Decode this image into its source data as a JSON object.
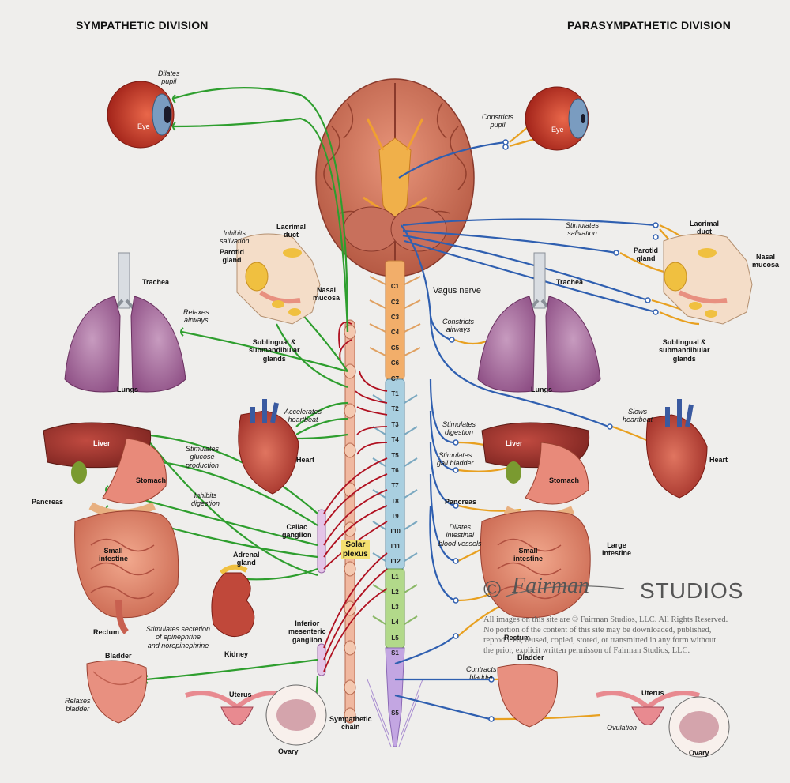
{
  "titles": {
    "sympathetic": "SYMPATHETIC DIVISION",
    "parasympathetic": "PARASYMPATHETIC DIVISION"
  },
  "sympathetic": {
    "dilates_pupil": "Dilates\npupil",
    "eye": "Eye",
    "inhibits_salivation": "Inhibits\nsalivation",
    "lacrimal_duct": "Lacrimal\nduct",
    "parotid_gland": "Parotid\ngland",
    "nasal_mucosa": "Nasal\nmucosa",
    "sublingual": "Sublingual &\nsubmandibular\nglands",
    "trachea": "Trachea",
    "relaxes_airways": "Relaxes\nairways",
    "lungs": "Lungs",
    "accelerates_heartbeat": "Accelerates\nheartbeat",
    "heart": "Heart",
    "liver": "Liver",
    "stomach": "Stomach",
    "stimulates_glucose": "Stimulates\nglucose\nproduction",
    "inhibits_digestion": "Inhibits\ndigestion",
    "pancreas": "Pancreas",
    "celiac_ganglion": "Celiac\nganglion",
    "solar_plexus": "Solar\nplexus",
    "small_intestine": "Small\nintestine",
    "adrenal_gland": "Adrenal\ngland",
    "rectum": "Rectum",
    "stimulates_secretion": "Stimulates secretion\nof epinephrine\nand norepinephrine",
    "kidney": "Kidney",
    "inferior_ganglion": "Inferior\nmesenteric\nganglion",
    "bladder": "Bladder",
    "relaxes_bladder": "Relaxes\nbladder",
    "uterus": "Uterus",
    "ovary": "Ovary",
    "sympathetic_chain": "Sympathetic\nchain"
  },
  "parasympathetic": {
    "constricts_pupil": "Constricts\npupil",
    "eye": "Eye",
    "stimulates_salivation": "Stimulates\nsalivation",
    "lacrimal_duct": "Lacrimal\nduct",
    "parotid_gland": "Parotid\ngland",
    "nasal_mucosa": "Nasal\nmucosa",
    "sublingual": "Sublingual &\nsubmandibular\nglands",
    "vagus_nerve": "Vagus nerve",
    "trachea": "Trachea",
    "constricts_airways": "Constricts\nairways",
    "lungs": "Lungs",
    "slows_heartbeat": "Slows\nheartbeat",
    "heart": "Heart",
    "stimulates_digestion": "Stimulates\ndigestion",
    "stimulates_gall": "Stimulates\ngall bladder",
    "liver": "Liver",
    "stomach": "Stomach",
    "pancreas": "Pancreas",
    "dilates_vessels": "Dilates\nintestinal\nblood vessels",
    "small_intestine": "Small\nintestine",
    "large_intestine": "Large\nintestine",
    "rectum": "Rectum",
    "contracts_bladder": "Contracts\nbladder",
    "bladder": "Bladder",
    "uterus": "Uterus",
    "ovulation": "Ovulation",
    "ovary": "Ovary"
  },
  "spine_segments": [
    "C1",
    "C2",
    "C3",
    "C4",
    "C5",
    "C6",
    "C7",
    "T1",
    "T2",
    "T3",
    "T4",
    "T5",
    "T6",
    "T7",
    "T8",
    "T9",
    "T10",
    "T11",
    "T12",
    "L1",
    "L2",
    "L3",
    "L4",
    "L5",
    "S1",
    "S5"
  ],
  "watermark": {
    "logo": "Fairman",
    "studios": "STUDIOS",
    "symbol": "©"
  },
  "copyright": "All images on this site are © Fairman Studios, LLC. All Rights Reserved.\nNo portion of the content of this site may be downloaded, published,\nreproduced, reused, copied, stored, or transmitted in any form without\nthe prior, explicit written permisson of Fairman Studios, LLC.",
  "colors": {
    "sympathetic_nerve": "#2e9e2e",
    "parasympathetic_nerve": "#2f5fb0",
    "preganglionic": "#b01020",
    "postganglionic_para": "#e8a020",
    "cervical": "#f0a860",
    "thoracic": "#9cc4d8",
    "lumbar": "#a6cf7e",
    "sacral": "#b69ad8",
    "organ": "#c5503a",
    "lung": "#a46a98"
  }
}
